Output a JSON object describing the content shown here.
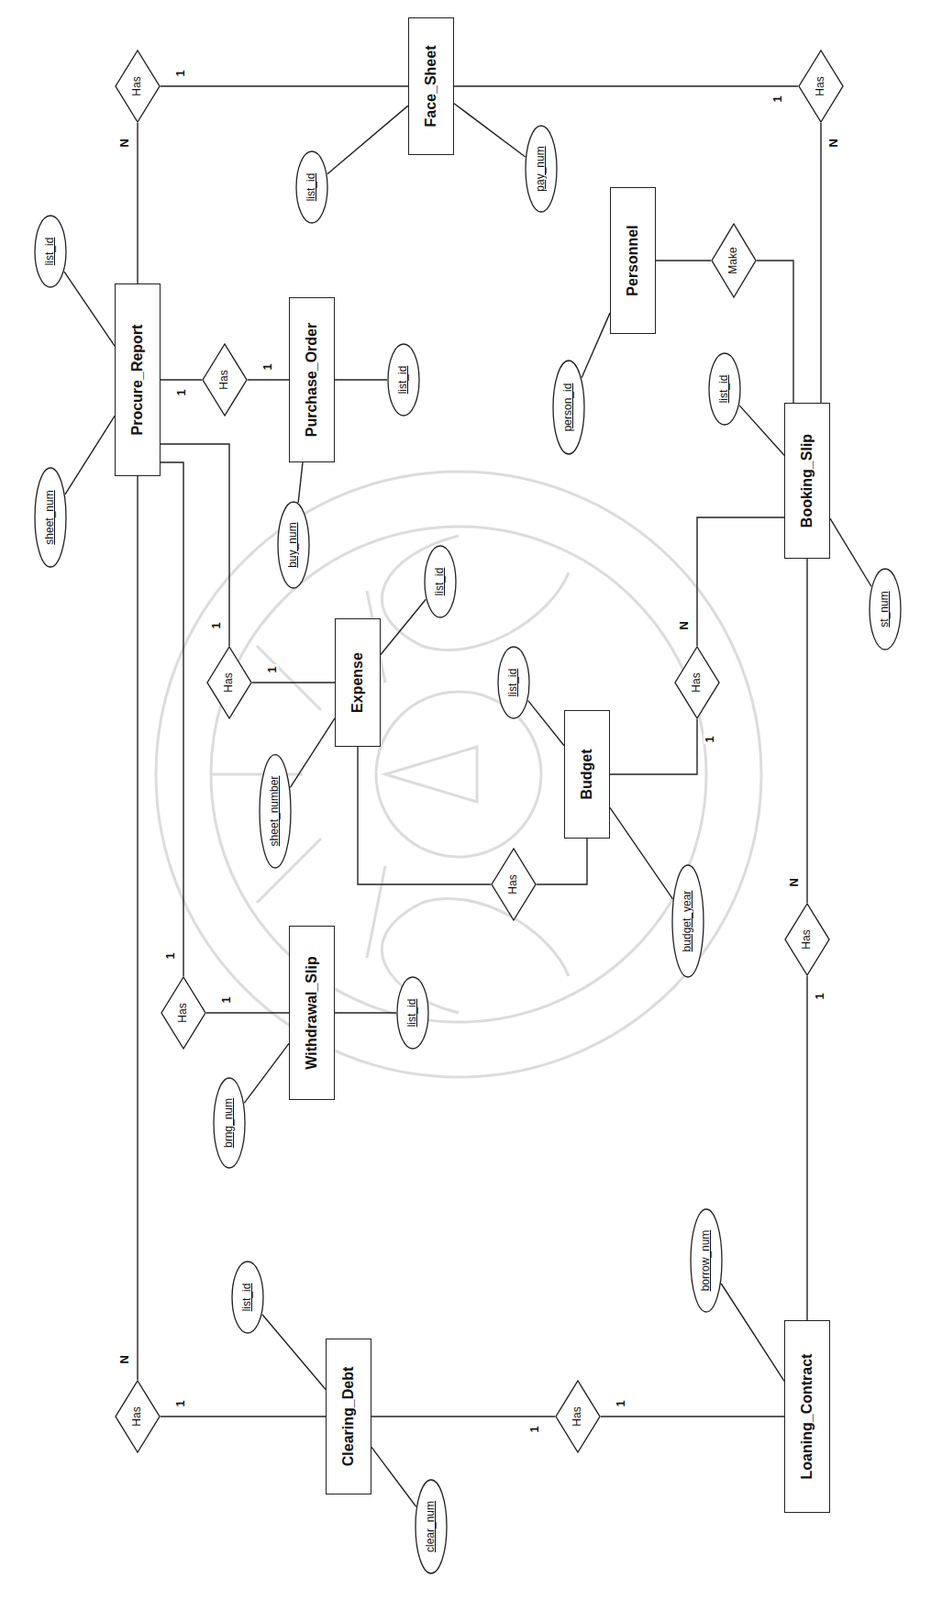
{
  "diagram": {
    "nodes": [
      {
        "text": [
          "Procure_Report"
        ]
      },
      {
        "text": [
          "Face_Sheet"
        ]
      },
      {
        "text": [
          "Purchase_Order"
        ]
      },
      {
        "text": [
          "Expense"
        ]
      },
      {
        "text": [
          "Withdrawal_Slip"
        ]
      },
      {
        "text": [
          "Clearing_Debt"
        ]
      },
      {
        "text": [
          "Loaning_Contract"
        ]
      },
      {
        "text": [
          "Budget"
        ]
      },
      {
        "text": [
          "Booking_Slip"
        ]
      },
      {
        "text": [
          "Personnel"
        ]
      },
      {
        "text": [
          "Has"
        ]
      },
      {
        "text": [
          "Has"
        ]
      },
      {
        "text": [
          "Has"
        ]
      },
      {
        "text": [
          "Has"
        ]
      },
      {
        "text": [
          "Has"
        ]
      },
      {
        "text": [
          "Has"
        ]
      },
      {
        "text": [
          "Has"
        ]
      },
      {
        "text": [
          "Has"
        ]
      },
      {
        "text": [
          "Has"
        ]
      },
      {
        "text": [
          "Make"
        ]
      },
      {
        "text": [
          "Has"
        ]
      },
      {
        "text": [
          "list_id"
        ]
      },
      {
        "text": [
          "sheet_num"
        ]
      },
      {
        "text": [
          "list_id"
        ]
      },
      {
        "text": [
          "pay_num"
        ]
      },
      {
        "text": [
          "list_id"
        ]
      },
      {
        "text": [
          "buy_num"
        ]
      },
      {
        "text": [
          "list_id"
        ]
      },
      {
        "text": [
          "sheet_number"
        ]
      },
      {
        "text": [
          "list_id"
        ]
      },
      {
        "text": [
          "brng_num"
        ]
      },
      {
        "text": [
          "list_id"
        ]
      },
      {
        "text": [
          "clear_num"
        ]
      },
      {
        "text": [
          "borrow_num"
        ]
      },
      {
        "text": [
          "list_id"
        ]
      },
      {
        "text": [
          "budget_year"
        ]
      },
      {
        "text": [
          "list_id"
        ]
      },
      {
        "text": [
          "st_num"
        ]
      },
      {
        "text": [
          "person_id"
        ]
      }
    ],
    "edges": [
      {
        "from": 0,
        "to": 10,
        "arrow": "none",
        "label": "N"
      },
      {
        "from": 1,
        "to": 10,
        "arrow": "none",
        "label": "1"
      },
      {
        "from": 0,
        "to": 11,
        "arrow": "none",
        "label": "1"
      },
      {
        "from": 2,
        "to": 11,
        "arrow": "none",
        "label": "1"
      },
      {
        "from": 0,
        "to": 12,
        "arrow": "none",
        "label": "1"
      },
      {
        "from": 3,
        "to": 12,
        "arrow": "none",
        "label": "1"
      },
      {
        "from": 0,
        "to": 13,
        "arrow": "none",
        "label": "1"
      },
      {
        "from": 4,
        "to": 13,
        "arrow": "none",
        "label": "1"
      },
      {
        "from": 0,
        "to": 14,
        "arrow": "none",
        "label": "N"
      },
      {
        "from": 5,
        "to": 14,
        "arrow": "none",
        "label": "1"
      },
      {
        "from": 5,
        "to": 15,
        "arrow": "none",
        "label": "1"
      },
      {
        "from": 6,
        "to": 15,
        "arrow": "none",
        "label": "1"
      },
      {
        "from": 6,
        "to": 16,
        "arrow": "none",
        "label": "1"
      },
      {
        "from": 8,
        "to": 16,
        "arrow": "none",
        "label": "N"
      },
      {
        "from": 3,
        "to": 17,
        "arrow": "none"
      },
      {
        "from": 7,
        "to": 17,
        "arrow": "none"
      },
      {
        "from": 7,
        "to": 18,
        "arrow": "none",
        "label": "1"
      },
      {
        "from": 8,
        "to": 18,
        "arrow": "none",
        "label": "N"
      },
      {
        "from": 9,
        "to": 19,
        "arrow": "none"
      },
      {
        "from": 8,
        "to": 19,
        "arrow": "none"
      },
      {
        "from": 8,
        "to": 20,
        "arrow": "none",
        "label": "N"
      },
      {
        "from": 1,
        "to": 20,
        "arrow": "none",
        "label": "1"
      },
      {
        "from": 21,
        "to": 0,
        "arrow": "none"
      },
      {
        "from": 22,
        "to": 0,
        "arrow": "none"
      },
      {
        "from": 23,
        "to": 1,
        "arrow": "none"
      },
      {
        "from": 24,
        "to": 1,
        "arrow": "none"
      },
      {
        "from": 25,
        "to": 2,
        "arrow": "none"
      },
      {
        "from": 26,
        "to": 2,
        "arrow": "none"
      },
      {
        "from": 27,
        "to": 3,
        "arrow": "none"
      },
      {
        "from": 28,
        "to": 3,
        "arrow": "none"
      },
      {
        "from": 29,
        "to": 4,
        "arrow": "none"
      },
      {
        "from": 30,
        "to": 4,
        "arrow": "none"
      },
      {
        "from": 31,
        "to": 5,
        "arrow": "none"
      },
      {
        "from": 32,
        "to": 5,
        "arrow": "none"
      },
      {
        "from": 33,
        "to": 6,
        "arrow": "none"
      },
      {
        "from": 34,
        "to": 7,
        "arrow": "none"
      },
      {
        "from": 35,
        "to": 7,
        "arrow": "none"
      },
      {
        "from": 36,
        "to": 8,
        "arrow": "none"
      },
      {
        "from": 37,
        "to": 8,
        "arrow": "none"
      },
      {
        "from": 38,
        "to": 9,
        "arrow": "none"
      }
    ]
  }
}
